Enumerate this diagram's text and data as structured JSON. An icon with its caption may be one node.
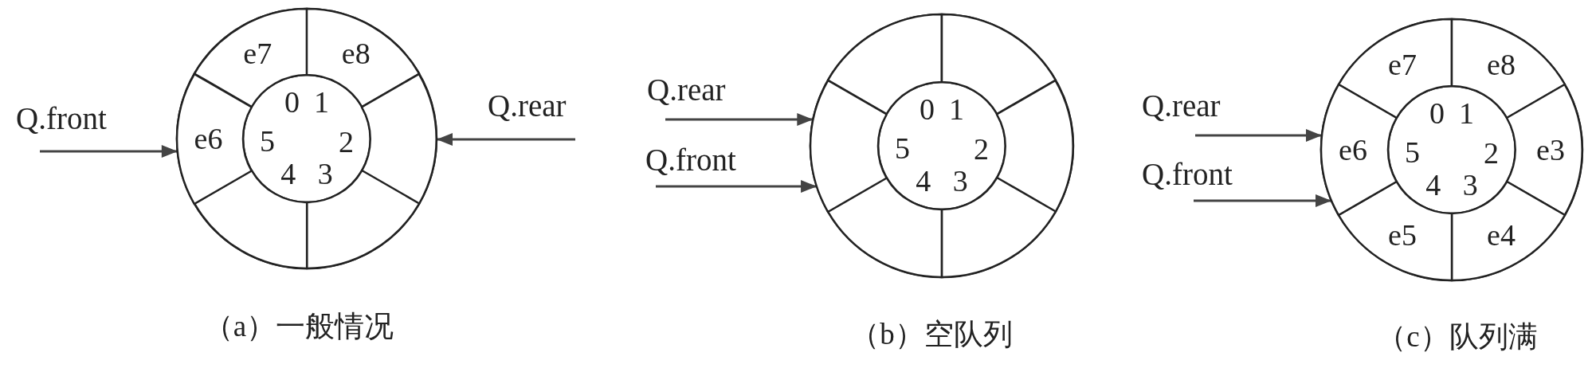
{
  "diagram": {
    "nodes": [
      {
        "text": [
          "Q.front"
        ]
      },
      {
        "text": [],
        "shape": "circle",
        "beside": [
          "（a）一般情况"
        ]
      },
      {
        "text": [
          "0",
          "1",
          "2",
          "3",
          "4",
          "5"
        ],
        "in": 1
      },
      {
        "text": [
          "e7"
        ],
        "in": 1
      },
      {
        "text": [
          "e8"
        ],
        "in": 1
      },
      {
        "text": [],
        "shape": "sector",
        "in": 1
      },
      {
        "text": [],
        "shape": "sector",
        "in": 1
      },
      {
        "text": [],
        "shape": "sector",
        "in": 1
      },
      {
        "text": [
          "e6"
        ],
        "in": 1
      },
      {
        "text": [
          "Q.rear"
        ]
      },
      {
        "text": [
          "Q.rear"
        ]
      },
      {
        "text": [
          "Q.front"
        ]
      },
      {
        "text": [],
        "shape": "circle",
        "beside": [
          "（b）空队列"
        ]
      },
      {
        "text": [
          "0",
          "1",
          "2",
          "3",
          "4",
          "5"
        ],
        "in": 12
      },
      {
        "text": [],
        "shape": "sector",
        "in": 12
      },
      {
        "text": [],
        "shape": "sector",
        "in": 12
      },
      {
        "text": [],
        "shape": "sector",
        "in": 12
      },
      {
        "text": [],
        "shape": "sector",
        "in": 12
      },
      {
        "text": [],
        "shape": "sector",
        "in": 12
      },
      {
        "text": [],
        "shape": "sector",
        "in": 12
      },
      {
        "text": [
          "Q.rear"
        ]
      },
      {
        "text": [
          "Q.front"
        ]
      },
      {
        "text": [],
        "shape": "circle",
        "beside": [
          "（c）队列满"
        ]
      },
      {
        "text": [
          "0",
          "1",
          "2",
          "3",
          "4",
          "5"
        ],
        "in": 22
      },
      {
        "text": [
          "e7"
        ],
        "in": 22
      },
      {
        "text": [
          "e8"
        ],
        "in": 22
      },
      {
        "text": [
          "e3"
        ],
        "in": 22
      },
      {
        "text": [
          "e4"
        ],
        "in": 22
      },
      {
        "text": [
          "e5"
        ],
        "in": 22
      },
      {
        "text": [
          "e6"
        ],
        "in": 22
      }
    ],
    "edges": [
      {
        "from": 0,
        "to": 8,
        "arrow": "to"
      },
      {
        "from": 9,
        "to": 5,
        "arrow": "to"
      },
      {
        "from": 10,
        "to": 19,
        "arrow": "to"
      },
      {
        "from": 11,
        "to": 19,
        "arrow": "to"
      },
      {
        "from": 20,
        "to": 29,
        "arrow": "to"
      },
      {
        "from": 21,
        "to": 29,
        "arrow": "to"
      }
    ]
  }
}
